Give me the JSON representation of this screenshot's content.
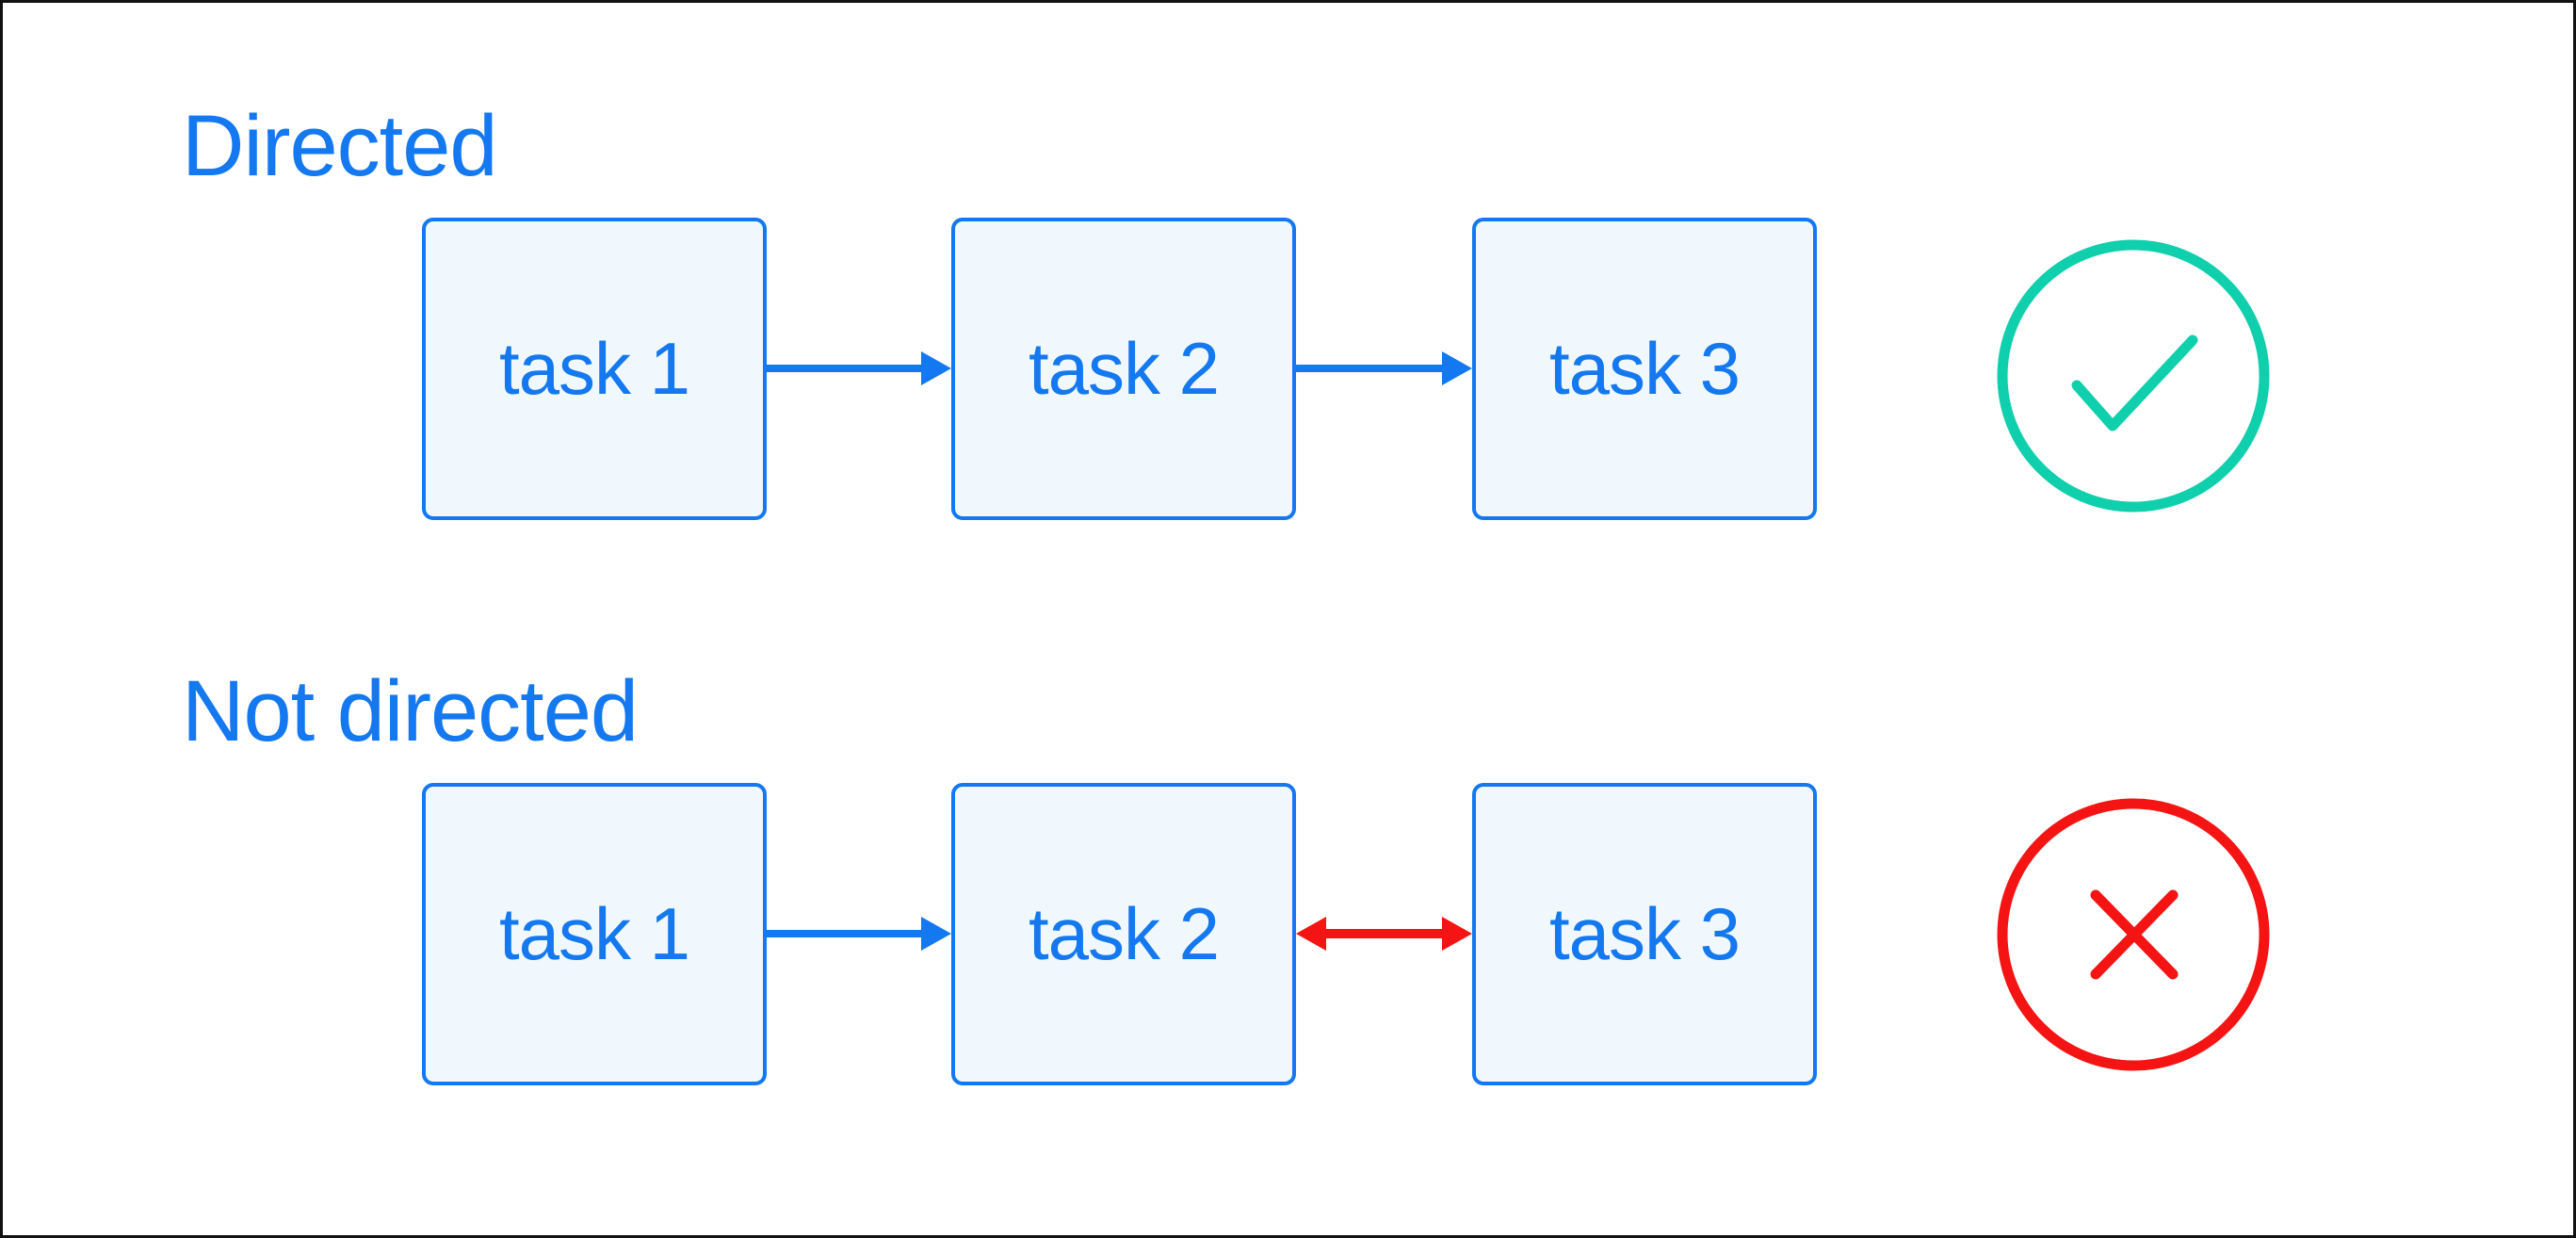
{
  "colors": {
    "blue": "#1478f0",
    "box_fill": "#f1f8fd",
    "success": "#10cfac",
    "error": "#f41414",
    "frame": "#111111",
    "background": "#ffffff"
  },
  "sections": [
    {
      "label": "Directed",
      "nodes": [
        {
          "label": "task 1"
        },
        {
          "label": "task 2"
        },
        {
          "label": "task 3"
        }
      ],
      "edges": [
        {
          "from": "task 1",
          "to": "task 2",
          "type": "directed"
        },
        {
          "from": "task 2",
          "to": "task 3",
          "type": "directed"
        }
      ],
      "status": {
        "icon": "check-circle",
        "meaning": "valid"
      }
    },
    {
      "label": "Not directed",
      "nodes": [
        {
          "label": "task 1"
        },
        {
          "label": "task 2"
        },
        {
          "label": "task 3"
        }
      ],
      "edges": [
        {
          "from": "task 1",
          "to": "task 2",
          "type": "directed"
        },
        {
          "from": "task 2",
          "to": "task 3",
          "type": "bidirectional"
        }
      ],
      "status": {
        "icon": "x-circle",
        "meaning": "invalid"
      }
    }
  ]
}
